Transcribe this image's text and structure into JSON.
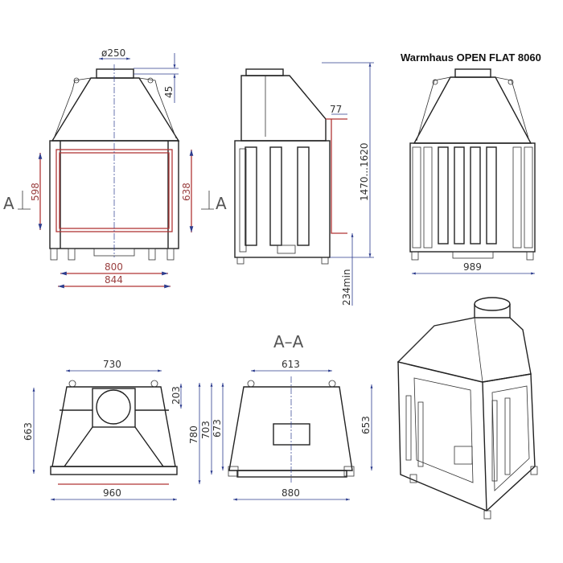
{
  "title": "Warmhaus OPEN FLAT 8060",
  "section_label": "A–A",
  "section_marker": "A",
  "colors": {
    "line": "#222222",
    "dimension": "#2c3c8e",
    "opening": "#b03535"
  },
  "front_view": {
    "flue_diameter": "ø250",
    "flue_height": "45",
    "opening_height_inner": "598",
    "opening_height_outer": "638",
    "opening_width_inner": "800",
    "opening_width_outer": "844"
  },
  "side_view": {
    "depth_offset": "77",
    "total_height": "1470...1620",
    "min_base": "234min"
  },
  "rear_view": {
    "width": "989"
  },
  "top_view": {
    "top_width": "730",
    "flue_offset": "203",
    "depth": "663",
    "width": "960"
  },
  "section_view": {
    "top_width": "613",
    "h780": "780",
    "h703": "703",
    "h673": "673",
    "h653": "653",
    "width": "880"
  }
}
